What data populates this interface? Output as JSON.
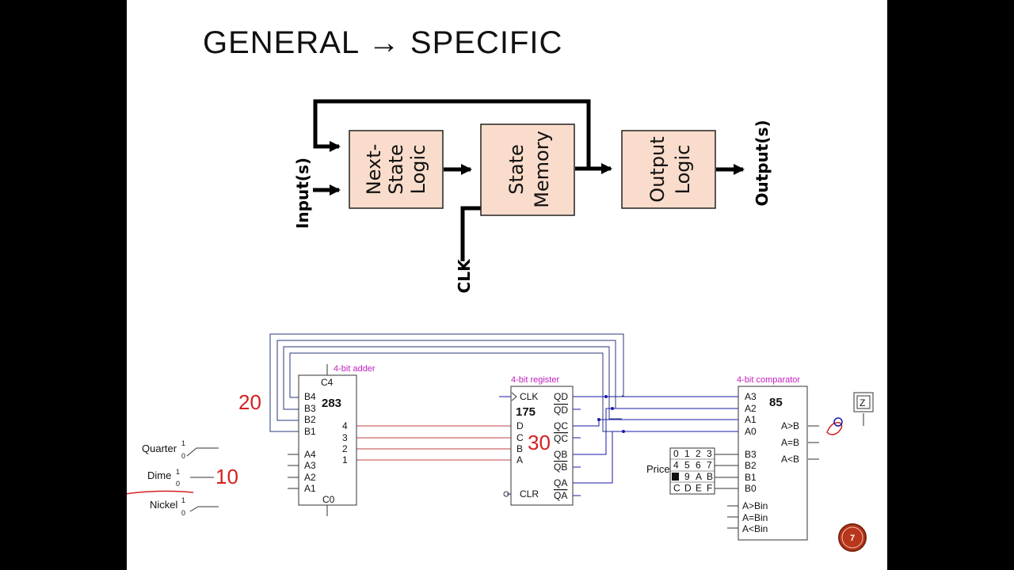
{
  "slide": {
    "title": "GENERAL → SPECIFIC",
    "page_number": "7"
  },
  "block_diagram": {
    "next_state": [
      "Next-",
      "State",
      "Logic"
    ],
    "state_memory": [
      "State",
      "Memory"
    ],
    "output_logic": [
      "Output",
      "Logic"
    ],
    "input_label": "Input(s)",
    "output_label": "Output(s)",
    "clk_label": "CLK",
    "colors": {
      "block_fill": "#f9dccb",
      "wire": "#000000"
    }
  },
  "circuit": {
    "adder": {
      "label": "4-bit adder",
      "number": "283",
      "pins_left": [
        "B4",
        "B3",
        "B2",
        "B1",
        "A4",
        "A3",
        "A2",
        "A1"
      ],
      "pin_top": "C4",
      "pin_bottom": "C0",
      "pins_right": [
        "4",
        "3",
        "2",
        "1"
      ]
    },
    "register": {
      "label": "4-bit register",
      "number": "175",
      "pins_left": [
        "CLK",
        "D",
        "C",
        "B",
        "A",
        "CLR"
      ],
      "pins_right": [
        "QD",
        "QD",
        "QC",
        "QC",
        "QB",
        "QB",
        "QA",
        "QA"
      ]
    },
    "comparator": {
      "label": "4-bit comparator",
      "number": "85",
      "pins_left": [
        "A3",
        "A2",
        "A1",
        "A0",
        "B3",
        "B2",
        "B1",
        "B0",
        "A>Bin",
        "A=Bin",
        "A<Bin"
      ],
      "pins_right": [
        "A>B",
        "A=B",
        "A<B"
      ]
    },
    "switches": [
      {
        "label": "Quarter",
        "hi": "1",
        "lo": "0"
      },
      {
        "label": "Dime",
        "hi": "1",
        "lo": "0"
      },
      {
        "label": "Nickel",
        "hi": "1",
        "lo": "0"
      }
    ],
    "price": {
      "label": "Price",
      "keys": [
        [
          "0",
          "1",
          "2",
          "3"
        ],
        [
          "4",
          "5",
          "6",
          "7"
        ],
        [
          "",
          "9",
          "A",
          "B"
        ],
        [
          "C",
          "D",
          "E",
          "F"
        ]
      ]
    },
    "probe": "Z",
    "annotations": {
      "a20": "20",
      "a10": "10",
      "a30": "30"
    },
    "colors": {
      "label": "#c020c0",
      "annotation": "#d42020",
      "wire_bus": "#1a1aa8",
      "wire_red": "#c04040"
    }
  }
}
